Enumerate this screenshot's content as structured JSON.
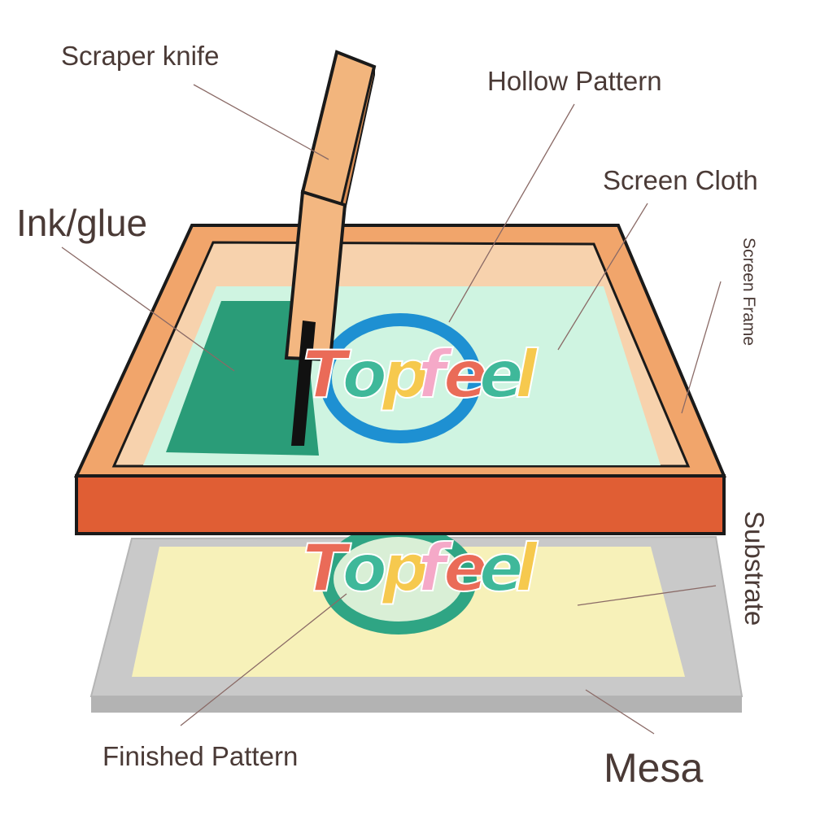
{
  "labels": {
    "scraper_knife": "Scraper knife",
    "hollow_pattern": "Hollow Pattern",
    "screen_cloth": "Screen Cloth",
    "ink_glue": "Ink/glue",
    "screen_frame": "Screen Frame",
    "substrate": "Substrate",
    "finished_pattern": "Finished Pattern",
    "mesa": "Mesa"
  },
  "watermark": {
    "letters": [
      "T",
      "o",
      "p",
      "f",
      "e",
      "e",
      "l"
    ],
    "colors": [
      "#ea6b58",
      "#3fb89a",
      "#f6c94e",
      "#f5a9c8",
      "#ea6b58",
      "#3fb89a",
      "#f6c94e"
    ]
  },
  "colors": {
    "frame_front": "#e25f35",
    "frame_top": "#f0a46a",
    "frame_inner": "#f6cfa8",
    "screen_cloth": "#cdf3df",
    "ink": "#2a9c78",
    "hollow_ring": "#1e90d2",
    "mesa": "#c8c8c8",
    "substrate": "#f6f0b6",
    "finished_ring": "#2fa584",
    "squeegee": "#f2b57d",
    "text": "#4a3a36"
  }
}
